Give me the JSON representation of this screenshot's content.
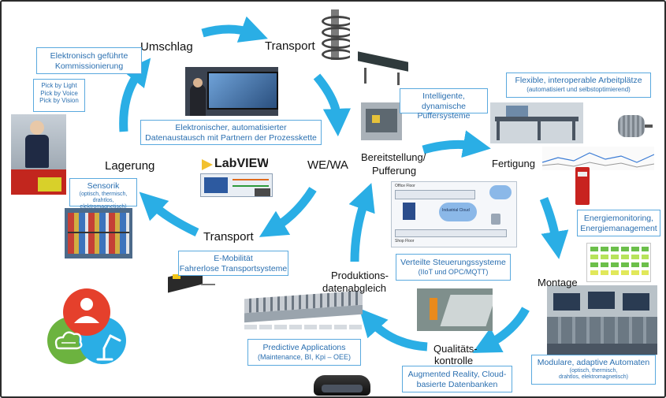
{
  "stages": {
    "umschlag": "Umschlag",
    "transport_top": "Transport",
    "lagerung": "Lagerung",
    "we_wa": "WE/WA",
    "transport_bottom": "Transport",
    "bereitstellung_1": "Bereitstellung/",
    "bereitstellung_2": "Pufferung",
    "fertigung": "Fertigung",
    "montage": "Montage",
    "produktion_1": "Produktions-",
    "produktion_2": "datenabgleich",
    "qualitaet_1": "Qualitäts-",
    "qualitaet_2": "kontrolle"
  },
  "boxes": {
    "kommissionierung_1": "Elektronisch geführte",
    "kommissionierung_2": "Kommissionierung",
    "pick_1": "Pick by Light",
    "pick_2": "Pick by Voice",
    "pick_3": "Pick by Vision",
    "datenaustausch_1": "Elektronischer, automatisierter",
    "datenaustausch_2": "Datenaustausch mit Partnern der Prozesskette",
    "puffer_1": "Intelligente, dynamische",
    "puffer_2": "Puffersysteme",
    "arbeitsplaetze_1": "Flexible, interoperable Arbeitplätze",
    "arbeitsplaetze_2": "(automatisiert und selbstoptimierend)",
    "sensorik_1": "Sensorik",
    "sensorik_2": "(optisch, thermisch,",
    "sensorik_3": "drahtlos, elektromagnetisch)",
    "energie_1": "Energiemonitoring,",
    "energie_2": "Energiemanagement",
    "emob_1": "E-Mobilität",
    "emob_2": "Fahrerlose Transportsysteme",
    "steuerung_1": "Verteilte Steuerungssysteme",
    "steuerung_2": "(IIoT und OPC/MQTT)",
    "predictive_1": "Predictive Applications",
    "predictive_2": "(Maintenance, BI, Kpi – OEE)",
    "augmented_1": "Augmented Reality, Cloud-",
    "augmented_2": "basierte Datenbanken",
    "automaten_1": "Modulare, adaptive Automaten",
    "automaten_2": "(optisch, thermisch,",
    "automaten_3": "drahtlos, elektromagnetisch)"
  },
  "labview_logo": "LabVIEW",
  "cloud_diagram": {
    "office_floor": "Office Floor",
    "industrial_cloud": "Industrial Cloud",
    "shop_floor": "Shop Floor"
  },
  "colors": {
    "arrow": "#2aaee5",
    "box_border": "#5aa9de",
    "box_text": "#2a6fb0",
    "venn_red": "#e5402c",
    "venn_green": "#6cb33f",
    "venn_blue": "#2aaee5"
  },
  "icons": [
    "person-icon",
    "cloud-icon",
    "robot-arm-icon"
  ]
}
